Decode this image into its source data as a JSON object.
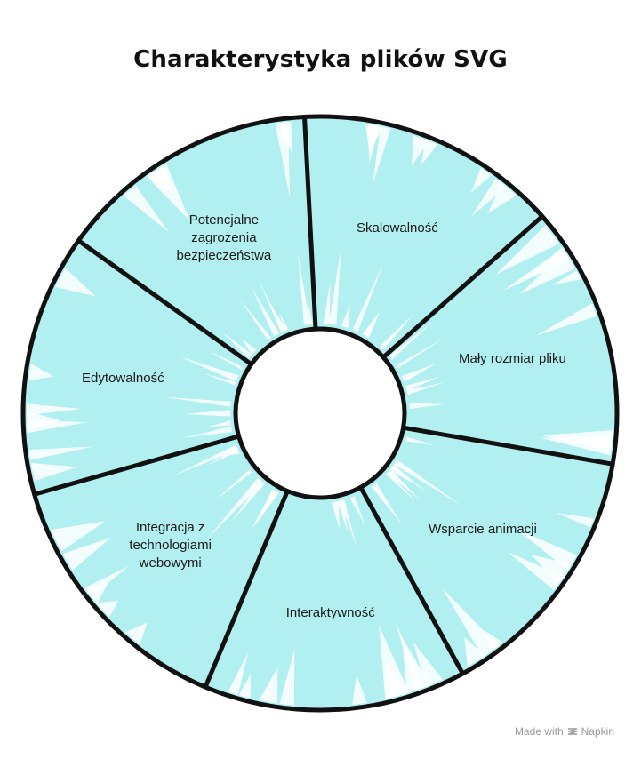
{
  "title": "Charakterystyka plików SVG",
  "colors": {
    "segment_fill": "#b2eff1",
    "stroke": "#111111",
    "hatch": "#ffffff"
  },
  "segments": [
    {
      "label": "Skalowalność"
    },
    {
      "label": "Mały rozmiar pliku"
    },
    {
      "label": "Wsparcie animacji"
    },
    {
      "label": "Interaktywność"
    },
    {
      "label": "Integracja z\ntechnologiami\nwebowymi"
    },
    {
      "label": "Edytowalność"
    },
    {
      "label": "Potencjalne\nzagrożenia\nbezpieczeństwa"
    }
  ],
  "footer": {
    "made_with": "Made with",
    "brand": "Napkin",
    "brand_icon": "napkin-logo-icon"
  }
}
